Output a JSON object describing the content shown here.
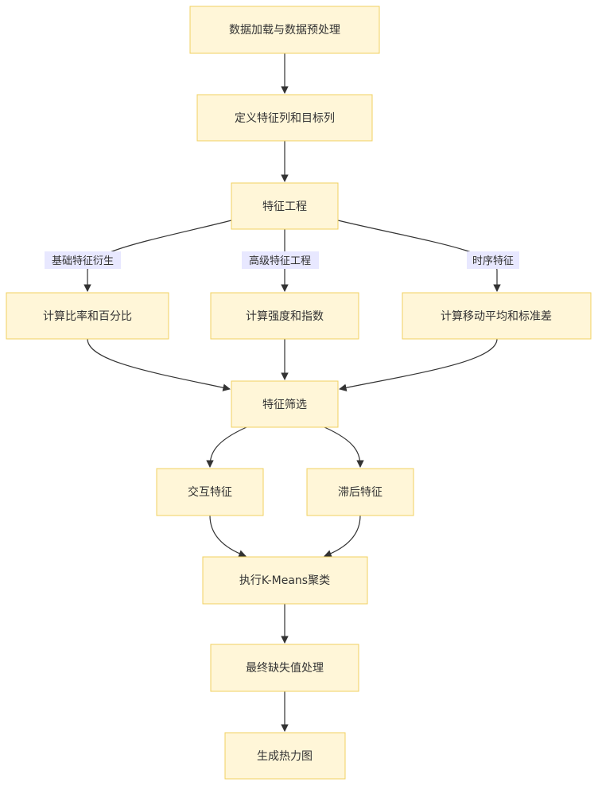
{
  "nodes": {
    "load": "数据加载与数据预处理",
    "define": "定义特征列和目标列",
    "feature_eng": "特征工程",
    "ratio": "计算比率和百分比",
    "strength": "计算强度和指数",
    "moving": "计算移动平均和标准差",
    "select": "特征筛选",
    "interact": "交互特征",
    "lag": "滞后特征",
    "kmeans": "执行K-Means聚类",
    "missing": "最终缺失值处理",
    "heatmap": "生成热力图"
  },
  "edge_labels": {
    "basic": "基础特征衍生",
    "advanced": "高级特征工程",
    "timeseries": "时序特征"
  },
  "colors": {
    "node_fill": "#fff6d8",
    "node_border": "#f0d060",
    "label_bg": "#e8e8ff",
    "edge": "#333333"
  }
}
